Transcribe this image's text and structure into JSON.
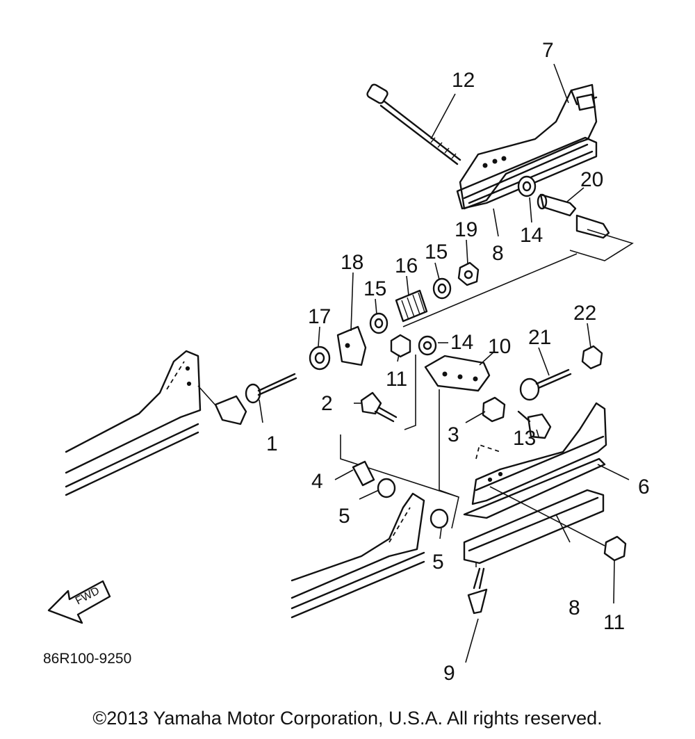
{
  "diagram": {
    "callouts": {
      "c1": "1",
      "c2": "2",
      "c3": "3",
      "c4": "4",
      "c5a": "5",
      "c5b": "5",
      "c6": "6",
      "c7": "7",
      "c8a": "8",
      "c8b": "8",
      "c9": "9",
      "c10": "10",
      "c11a": "11",
      "c11b": "11",
      "c12": "12",
      "c13": "13",
      "c14a": "14",
      "c14b": "14",
      "c15a": "15",
      "c15b": "15",
      "c16": "16",
      "c17": "17",
      "c18": "18",
      "c19": "19",
      "c20": "20",
      "c21": "21",
      "c22": "22"
    },
    "fwd_label": "FWD",
    "diagram_code": "86R100-9250"
  },
  "footer": {
    "copyright": "©2013 Yamaha Motor Corporation, U.S.A. All rights reserved."
  }
}
